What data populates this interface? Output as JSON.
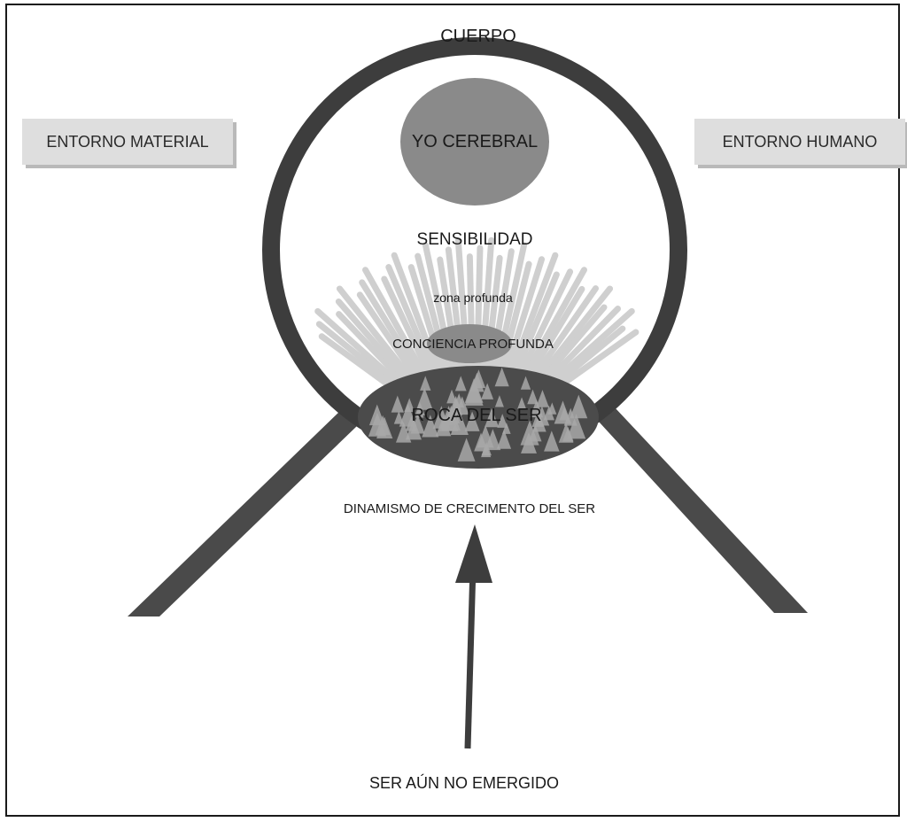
{
  "labels": {
    "cuerpo": "CUERPO",
    "yo_cerebral": "YO CEREBRAL",
    "sensibilidad": "SENSIBILIDAD",
    "zona_profunda": "zona profunda",
    "conciencia_profunda": "CONCIENCIA PROFUNDA",
    "roca_del_ser": "ROCA DEL SER",
    "dinamismo": "DINAMISMO DE CRECIMENTO DEL SER",
    "ser_no_emergido": "SER AÚN NO EMERGIDO"
  },
  "boxes": {
    "entorno_material": "ENTORNO MATERIAL",
    "entorno_humano": "ENTORNO HUMANO"
  },
  "colors": {
    "ring": "#3d3d3d",
    "legs": "#4a4a4a",
    "yo_cerebral": "#8a8a8a",
    "roca": "#4b4b4b",
    "conciencia": "#8a8a8a",
    "rays": "#cfcfcf",
    "triangles": "#a8a8a8",
    "arrow": "#3d3d3d"
  }
}
